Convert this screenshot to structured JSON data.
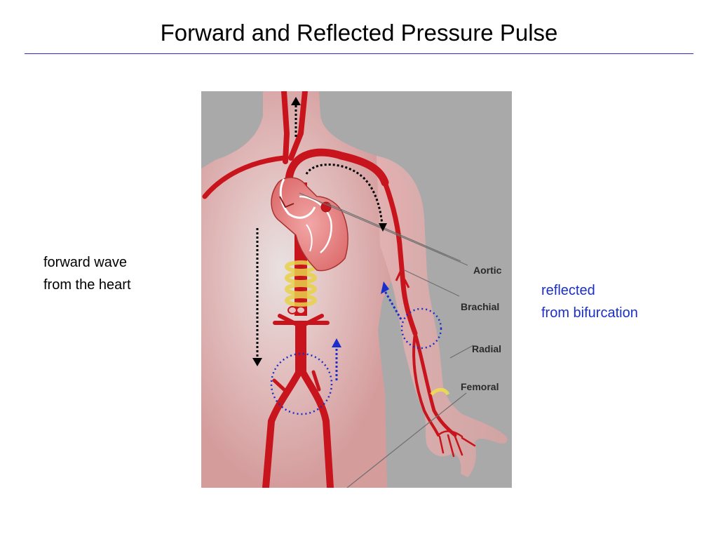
{
  "slide": {
    "title": "Forward and Reflected Pressure Pulse"
  },
  "captions": {
    "forward": [
      "forward wave",
      "from the heart"
    ],
    "reflected": [
      "reflected",
      "from bifurcation"
    ]
  },
  "figure": {
    "labels": {
      "aortic": "Aortic",
      "brachial": "Brachial",
      "radial": "Radial",
      "femoral": "Femoral"
    }
  },
  "colors": {
    "title_rule": "#2b2bd0",
    "reflected_text": "#1a2fc9",
    "artery": "#c8141c",
    "forward_arrow": "#000000",
    "reflected_arrow": "#1a2fc9",
    "figure_background": "#a9a9a9"
  }
}
